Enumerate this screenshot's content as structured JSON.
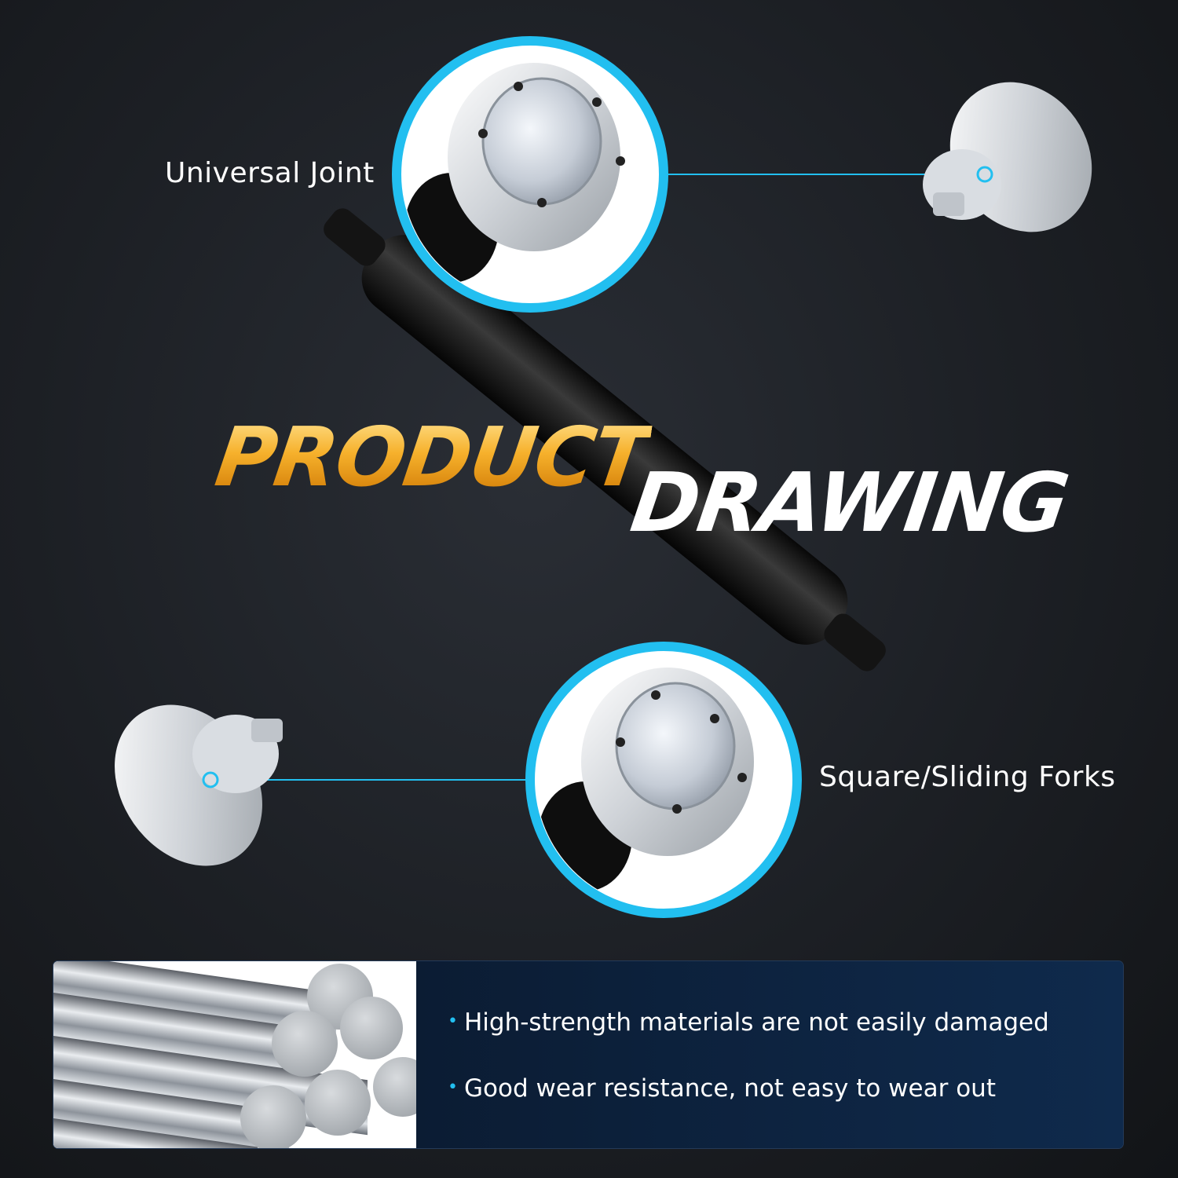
{
  "headline": {
    "word1": "PRODUCT",
    "word2": "DRAWING"
  },
  "callouts": {
    "top": {
      "label": "Universal Joint",
      "icon": "universal-joint-closeup"
    },
    "bottom": {
      "label": "Square/Sliding Forks",
      "icon": "sliding-fork-closeup"
    }
  },
  "features": [
    {
      "text": "High-strength materials are not easily damaged"
    },
    {
      "text": "Good wear resistance, not easy to wear out"
    }
  ],
  "colors": {
    "accent": "#22bff0",
    "headline_gold": "#f6b12c",
    "panel": "#0f2a4c"
  }
}
